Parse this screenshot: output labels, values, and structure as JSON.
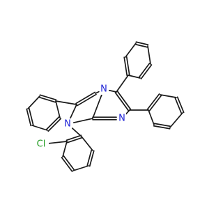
{
  "molecule": {
    "atoms": [
      {
        "id": "N_bottom",
        "symbol": "N",
        "color": "#1e22d6"
      },
      {
        "id": "N_top",
        "symbol": "N",
        "color": "#1e22d6"
      },
      {
        "id": "N_right",
        "symbol": "N",
        "color": "#1e22d6"
      },
      {
        "id": "Cl",
        "symbol": "Cl",
        "color": "#1f9a1f"
      }
    ],
    "bond_color": "#1a1a1a"
  }
}
